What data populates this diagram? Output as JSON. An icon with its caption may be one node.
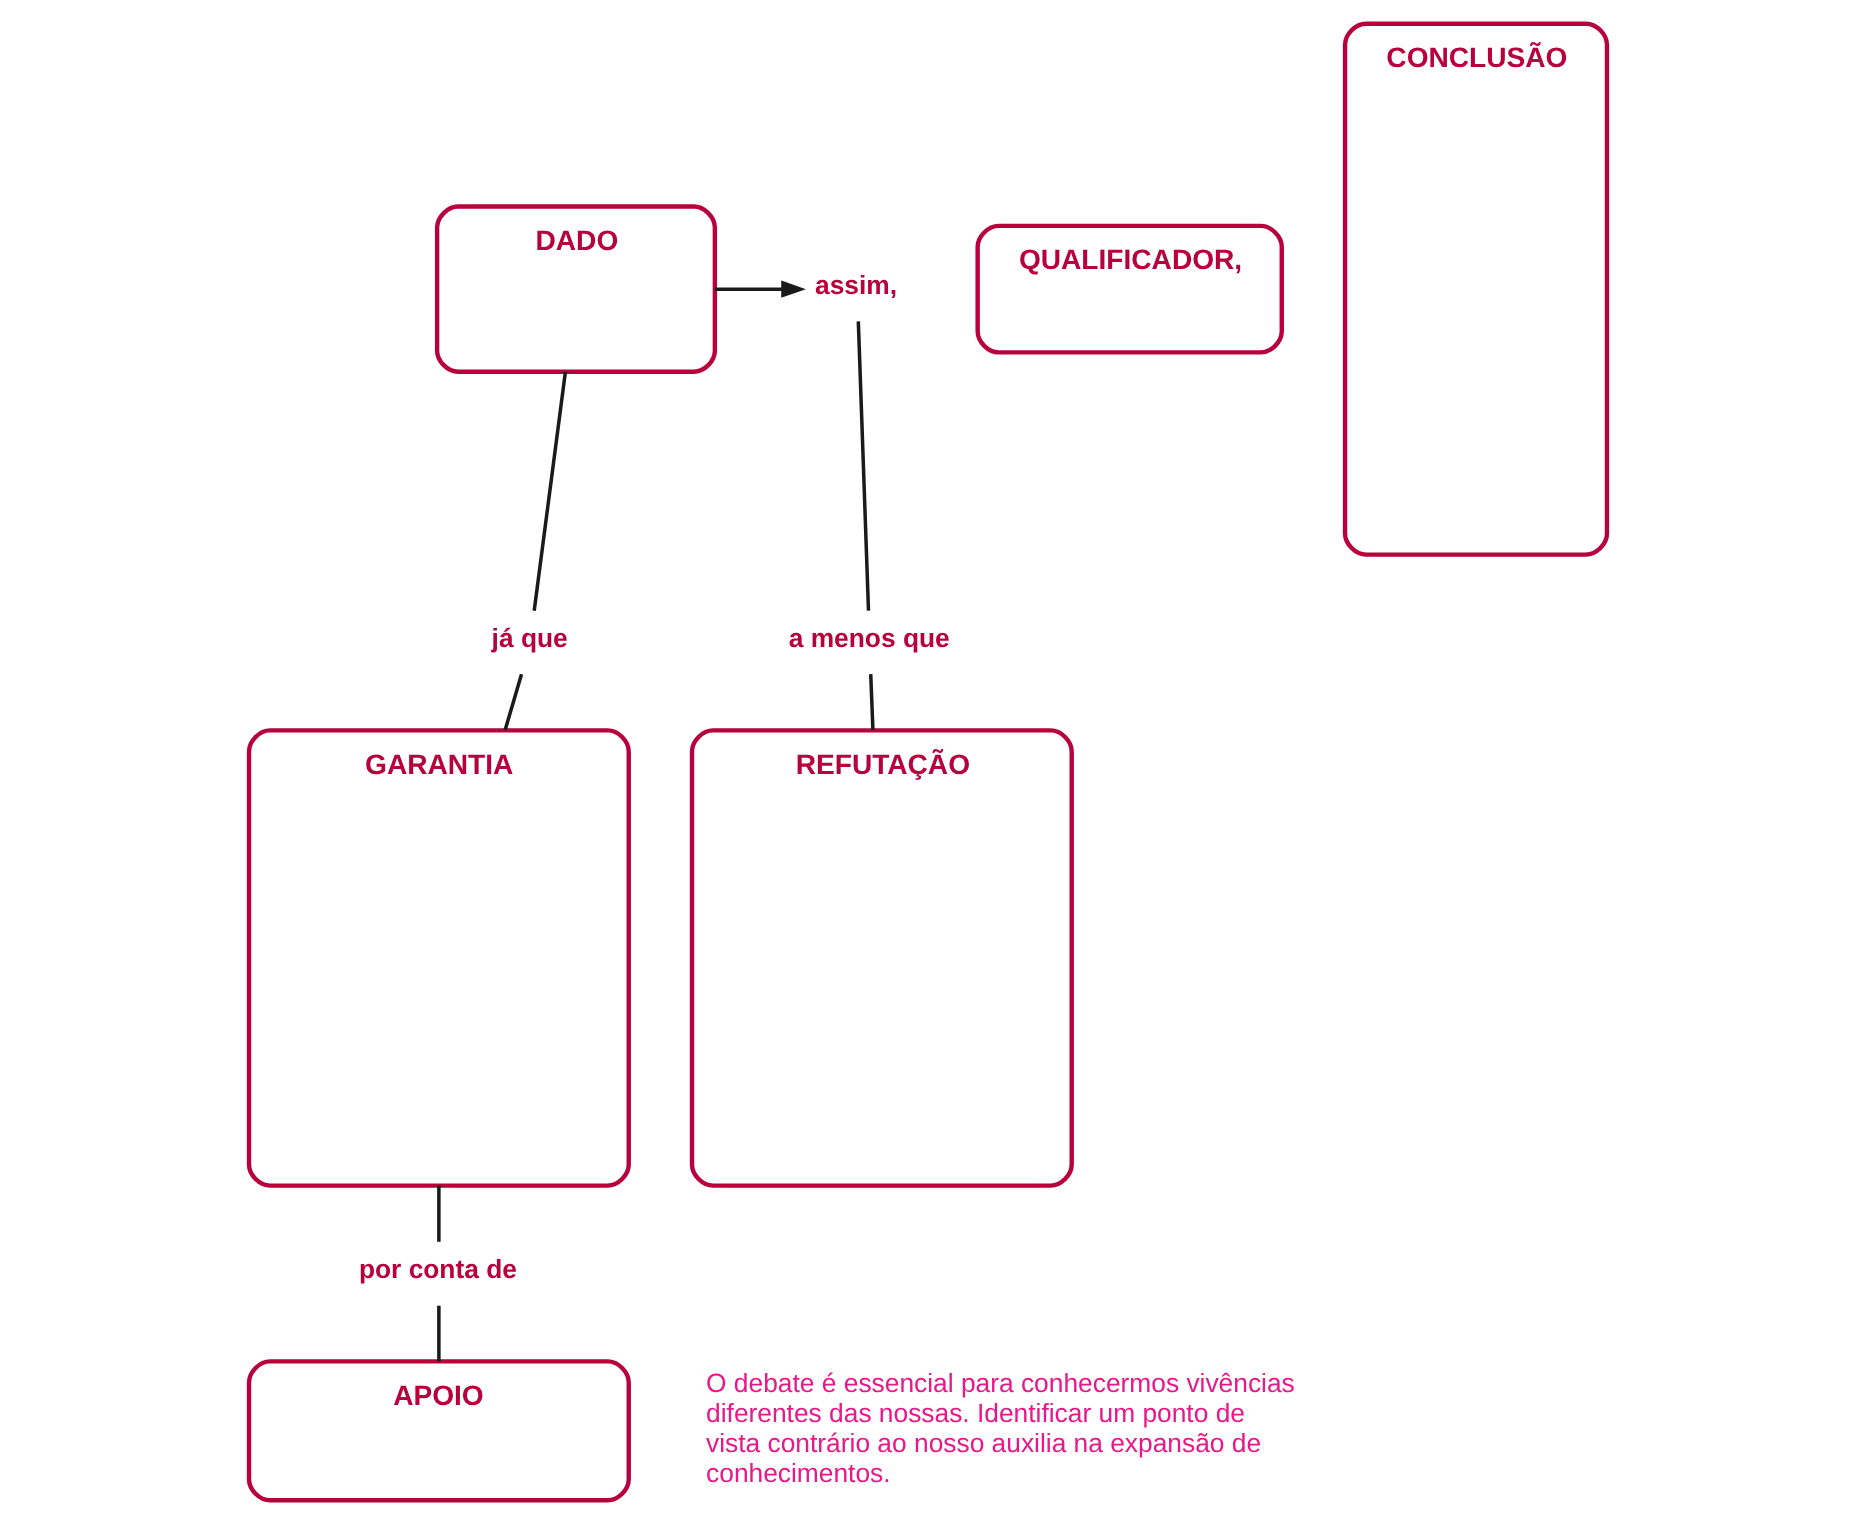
{
  "diagram": {
    "nodes": [
      {
        "text": [
          "DADO"
        ]
      },
      {
        "text": [
          "assim,"
        ]
      },
      {
        "text": [
          "QUALIFICADOR,"
        ]
      },
      {
        "text": [
          "CONCLUSÃO"
        ]
      },
      {
        "text": [
          "já que"
        ]
      },
      {
        "text": [
          "a menos que"
        ]
      },
      {
        "text": [
          "GARANTIA"
        ]
      },
      {
        "text": [
          "REFUTAÇÃO"
        ]
      },
      {
        "text": [
          "por conta de"
        ]
      },
      {
        "text": [
          "APOIO"
        ]
      }
    ],
    "edges": [
      {
        "from": 0,
        "to": 1,
        "arrow": "to"
      },
      {
        "from": 0,
        "to": 4,
        "arrow": "none"
      },
      {
        "from": 4,
        "to": 6,
        "arrow": "none"
      },
      {
        "from": 1,
        "to": 5,
        "arrow": "none"
      },
      {
        "from": 5,
        "to": 7,
        "arrow": "none"
      },
      {
        "from": 6,
        "to": 8,
        "arrow": "none"
      },
      {
        "from": 8,
        "to": 9,
        "arrow": "none"
      }
    ],
    "labels": [
      "O debate é essencial para conhecermos vivências diferentes das nossas. Identificar um ponto de vista contrário ao nosso auxilia na expansão de conhecimentos."
    ]
  }
}
